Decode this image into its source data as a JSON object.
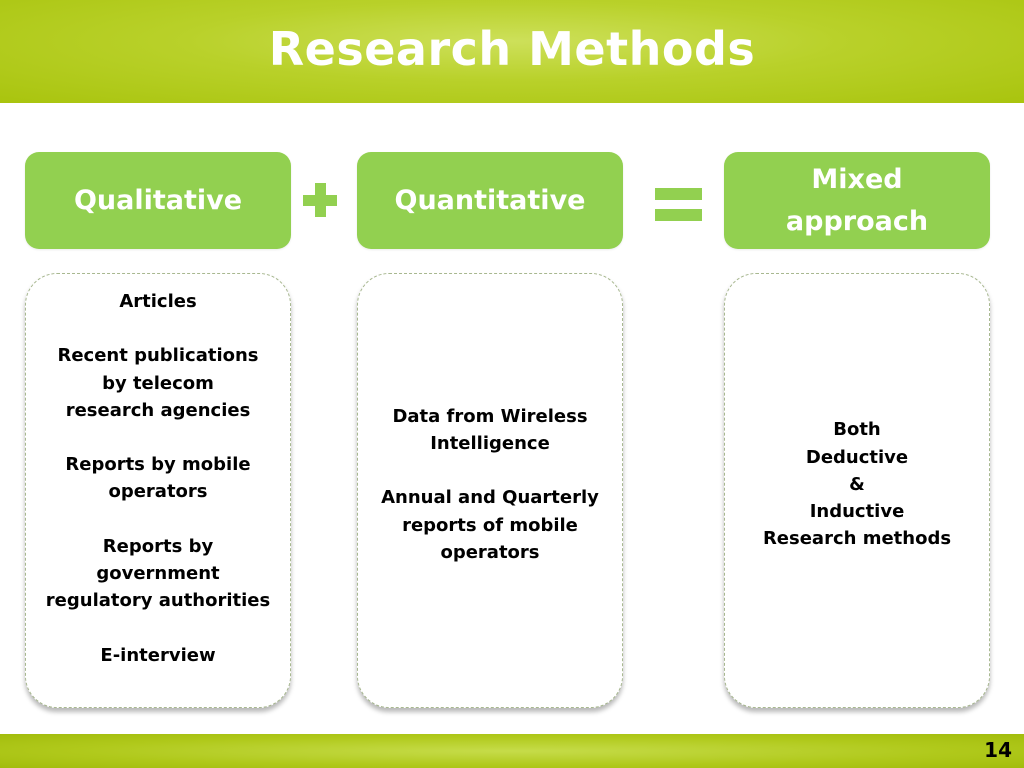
{
  "slide": {
    "title": "Research Methods",
    "page_number": "14"
  },
  "headers": {
    "qualitative": "Qualitative",
    "quantitative": "Quantitative",
    "mixed": "Mixed approach"
  },
  "operators": {
    "plus_icon": "plus-icon",
    "equals_icon": "equals-icon"
  },
  "qualitative_items": [
    "Articles",
    "Recent publications by telecom research agencies",
    "Reports by mobile operators",
    "Reports by government regulatory authorities",
    "E-interview"
  ],
  "quantitative_items": [
    "Data from Wireless Intelligence",
    "Annual and Quarterly reports of mobile operators"
  ],
  "mixed_lines": [
    "Both",
    "Deductive",
    "&",
    "Inductive",
    "Research methods"
  ],
  "colors": {
    "accent_green": "#92d050",
    "title_bar": "#b9d12a"
  }
}
